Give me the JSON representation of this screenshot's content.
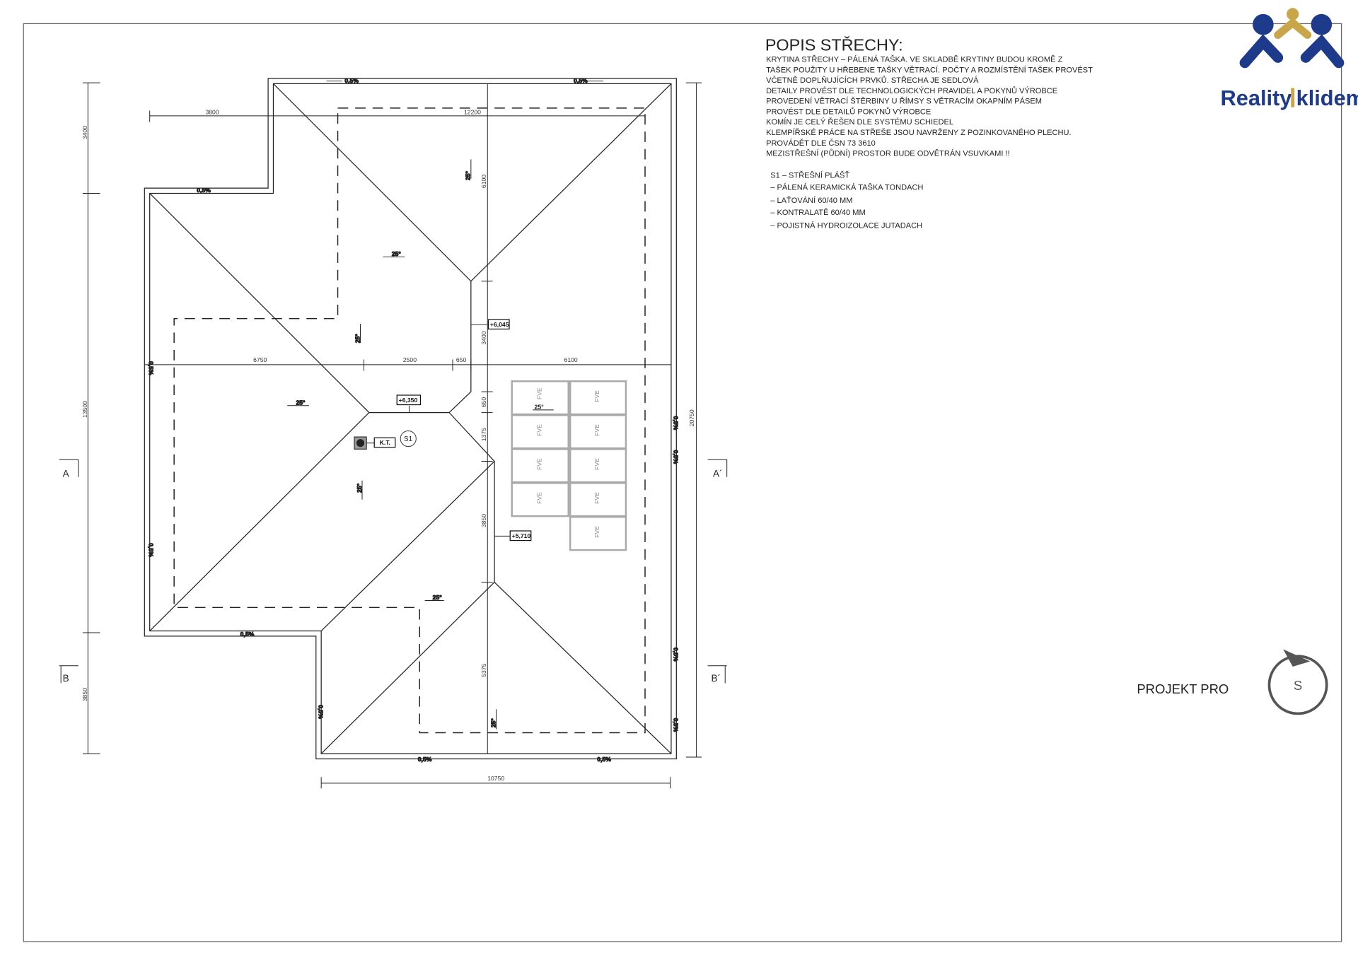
{
  "notes": {
    "title": "POPIS STŘECHY:",
    "lines": [
      "KRYTINA STŘECHY – PÁLENÁ TAŠKA. VE SKLADBĚ KRYTINY BUDOU KROMĚ Z",
      "TAŠEK POUŽITY U HŘEBENE TAŠKY VĚTRACÍ. POČTY A ROZMÍSTĚNÍ TAŠEK PROVÉST",
      "VČETNĚ DOPLŇUJÍCÍCH PRVKŮ. STŘECHA JE SEDLOVÁ",
      "DETAILY PROVÉST DLE TECHNOLOGICKÝCH PRAVIDEL A POKYNŮ VÝROBCE",
      "PROVEDENÍ VĚTRACÍ ŠTĚRBINY U ŘÍMSY S VĚTRACÍM OKAPNÍM PÁSEM",
      "PROVÉST DLE DETAILŮ POKYNŮ VÝROBCE",
      "KOMÍN JE CELÝ ŘEŠEN DLE SYSTÉMU SCHIEDEL",
      "KLEMPÍŘSKÉ PRÁCE NA STŘEŠE JSOU NAVRŽENY Z POZINKOVANÉHO PLECHU.",
      "PROVÁDĚT DLE ČSN 73 3610",
      "MEZISTŘEŠNÍ (PŮDNÍ) PROSTOR BUDE ODVĚTRÁN VSUVKAMI !!"
    ],
    "layer_title": "S1 – STŘEŠNÍ PLÁŠŤ",
    "layers": [
      "– PÁLENÁ KERAMICKÁ TAŠKA TONDACH",
      "– LAŤOVÁNÍ 60/40 MM",
      "– KONTRALATĚ 60/40 MM",
      "– POJISTNÁ HYDROIZOLACE JUTADACH"
    ]
  },
  "logo": {
    "text_left": "Reality",
    "text_right": "klidem",
    "brand_color": "#1e3a8a",
    "accent_color": "#c9a64a"
  },
  "project": {
    "label": "PROJEKT PRO",
    "stamp_letter": "S"
  },
  "drawing": {
    "gutter_slope": "0,5%",
    "roof_slope": "25°",
    "pv_label": "FVE",
    "chimney_label": "K.T.",
    "layer_marker": "S1",
    "elevations": [
      "+6,045",
      "+6,350",
      "+5,710"
    ],
    "sections": [
      "A",
      "A´",
      "B",
      "B´"
    ],
    "dims_left": [
      "3400",
      "13500",
      "3850"
    ],
    "dims_right": [
      "20750"
    ],
    "dims_bottom": [
      "10750"
    ],
    "dims_top": [
      "3800",
      "12200"
    ],
    "dims_middle": [
      "6750",
      "2500",
      "650",
      "6100"
    ],
    "dims_center": [
      "6100",
      "3400",
      "650",
      "1375",
      "3850",
      "5375"
    ]
  }
}
